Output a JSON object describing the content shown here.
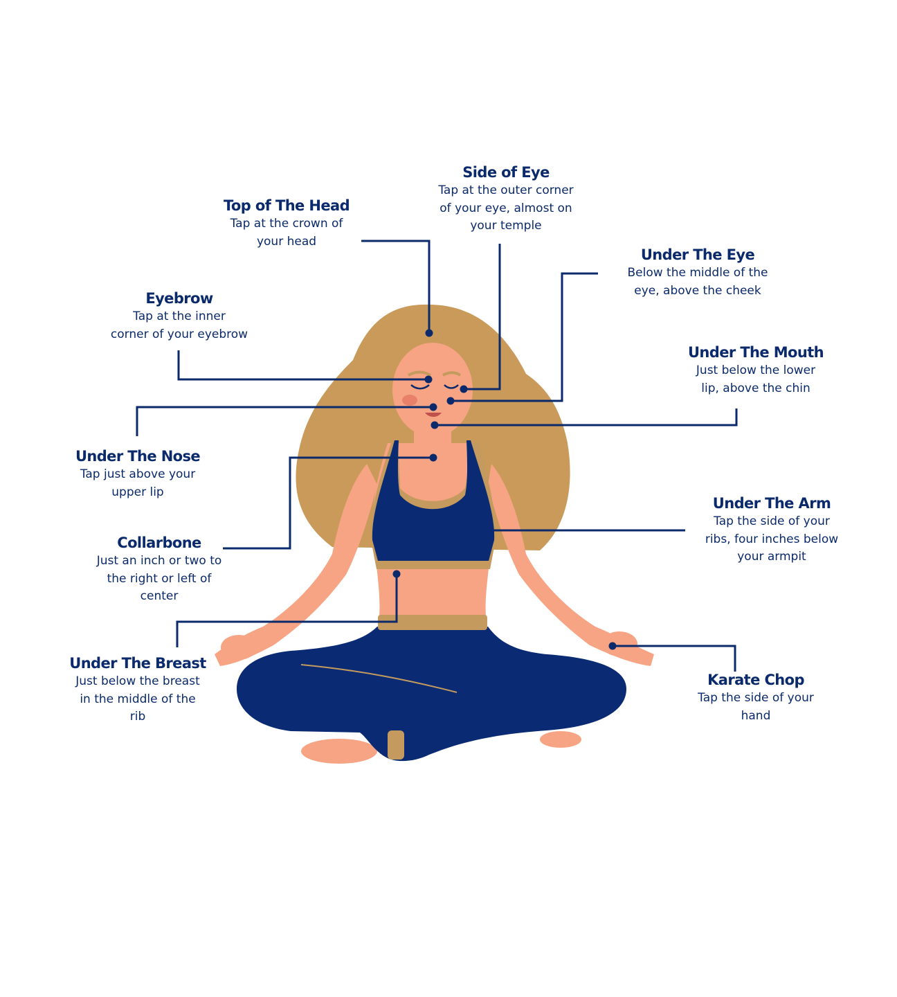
{
  "colors": {
    "navy": "#0b2a6b",
    "skin": "#f6a484",
    "hair": "#c99a5a",
    "clothing": "#0a2b73",
    "band": "#c59a5e",
    "background": "#ffffff"
  },
  "illustration": {
    "subject": "woman-meditating-cross-legged"
  },
  "tapping_points": [
    {
      "id": "top-of-head",
      "title": "Top of The Head",
      "description": "Tap at the crown of\nyour head"
    },
    {
      "id": "side-of-eye",
      "title": "Side of Eye",
      "description": "Tap at the outer corner\nof your eye, almost on\nyour temple"
    },
    {
      "id": "under-eye",
      "title": "Under The Eye",
      "description": "Below the middle of  the\neye, above the cheek"
    },
    {
      "id": "eyebrow",
      "title": "Eyebrow",
      "description": "Tap at the inner\ncorner of your eyebrow"
    },
    {
      "id": "under-mouth",
      "title": "Under The Mouth",
      "description": "Just below the lower\nlip, above the chin"
    },
    {
      "id": "under-nose",
      "title": "Under The Nose",
      "description": "Tap just above your\nupper lip"
    },
    {
      "id": "under-arm",
      "title": "Under The Arm",
      "description": "Tap the side of your\nribs, four inches below\nyour armpit"
    },
    {
      "id": "collarbone",
      "title": "Collarbone",
      "description": "Just an inch or two to\nthe right or left of\ncenter"
    },
    {
      "id": "under-breast",
      "title": "Under The Breast",
      "description": "Just below the breast\nin the middle of the\nrib"
    },
    {
      "id": "karate-chop",
      "title": "Karate Chop",
      "description": "Tap the side of your\nhand"
    }
  ]
}
